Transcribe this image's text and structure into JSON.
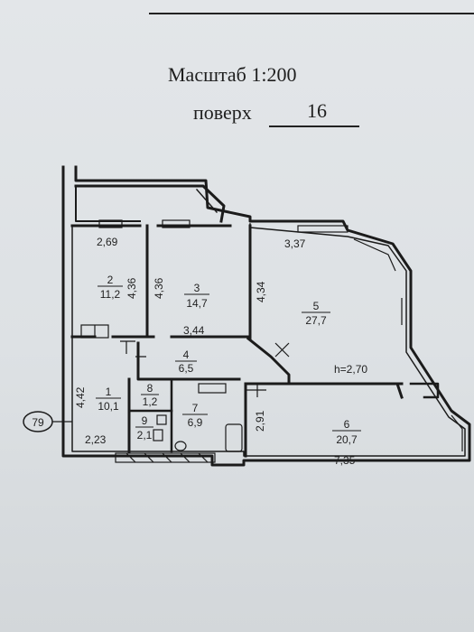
{
  "header": {
    "scale": "Масштаб 1:200",
    "floor_label": "поверх",
    "floor_number": "16"
  },
  "rooms": [
    {
      "id": "1",
      "area": "10,1"
    },
    {
      "id": "2",
      "area": "11,2"
    },
    {
      "id": "3",
      "area": "14,7"
    },
    {
      "id": "4",
      "area": "6,5"
    },
    {
      "id": "5",
      "area": "27,7"
    },
    {
      "id": "6",
      "area": "20,7"
    },
    {
      "id": "7",
      "area": "6,9"
    },
    {
      "id": "8",
      "area": "1,2"
    },
    {
      "id": "9",
      "area": "2,1"
    }
  ],
  "dimensions": {
    "d269": "2,69",
    "d436a": "4,36",
    "d436b": "4,36",
    "d337": "3,37",
    "d434": "4,34",
    "d344": "3,44",
    "d442": "4,42",
    "d223": "2,23",
    "d291": "2,91",
    "d735": "7,35"
  },
  "ceiling_height": "h=2,70",
  "axis_marker": "79"
}
